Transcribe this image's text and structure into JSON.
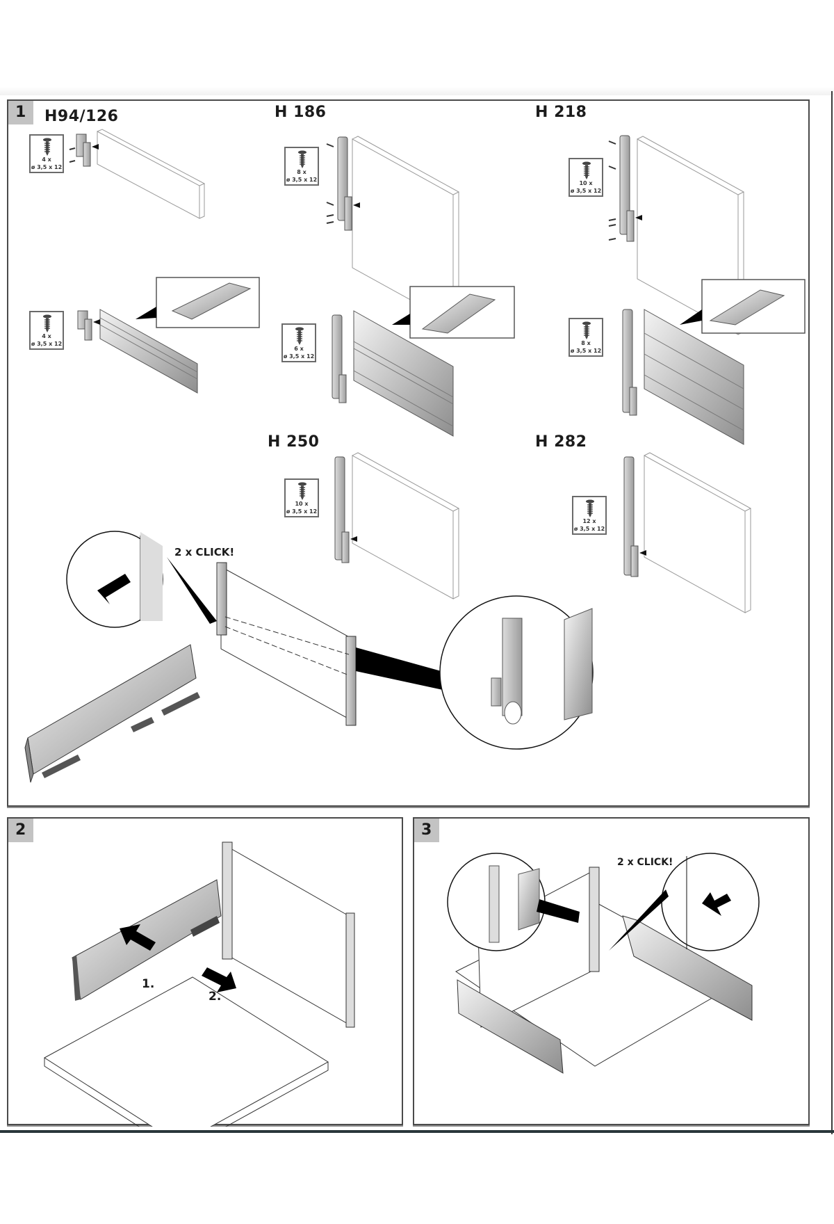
{
  "document": {
    "type": "assembly-instructions",
    "subject": "drawer back panel bracket assembly"
  },
  "steps": [
    {
      "number": "1",
      "variants": [
        {
          "label": "H94/126",
          "screw_count": "4 x",
          "screw_spec": "ø 3,5 x 12",
          "back_type": "wood panel"
        },
        {
          "label": "H 186",
          "screw_count": "8 x",
          "screw_spec": "ø 3,5 x 12",
          "back_type": "wood panel"
        },
        {
          "label": "H 218",
          "screw_count": "10 x",
          "screw_spec": "ø 3,5 x 12",
          "back_type": "wood panel"
        },
        {
          "label": "",
          "screw_count": "4 x",
          "screw_spec": "ø 3,5 x 12",
          "back_type": "aluminium profile"
        },
        {
          "label": "",
          "screw_count": "6 x",
          "screw_spec": "ø 3,5 x 12",
          "back_type": "aluminium profile"
        },
        {
          "label": "",
          "screw_count": "8 x",
          "screw_spec": "ø 3,5 x 12",
          "back_type": "aluminium profile"
        },
        {
          "label": "H 250",
          "screw_count": "10 x",
          "screw_spec": "ø 3,5 x 12",
          "back_type": "wood panel"
        },
        {
          "label": "H 282",
          "screw_count": "12 x",
          "screw_spec": "ø 3,5 x 12",
          "back_type": "wood panel"
        }
      ],
      "callout": "2 x CLICK!"
    },
    {
      "number": "2",
      "arrow_labels": [
        "1.",
        "2."
      ]
    },
    {
      "number": "3",
      "callout": "2 x CLICK!"
    }
  ],
  "colors": {
    "badge": "#c3c3c3",
    "border": "#4a4a4a",
    "metal_light": "#f0f0f0",
    "metal_dark": "#9a9a9a",
    "ink": "#1c1c1c"
  }
}
